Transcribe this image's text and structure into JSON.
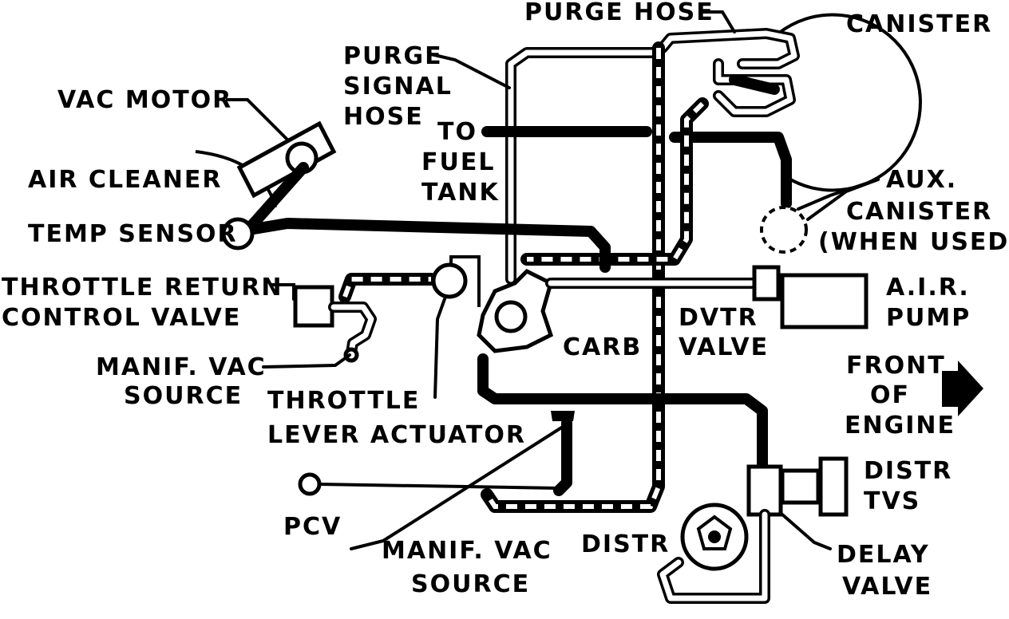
{
  "labels": {
    "purge_hose": "PURGE HOSE",
    "canister": "CANISTER",
    "purge_signal_hose_1": "PURGE",
    "purge_signal_hose_2": "SIGNAL",
    "purge_signal_hose_3": "HOSE",
    "to_fuel_tank_1": "TO",
    "to_fuel_tank_2": "FUEL",
    "to_fuel_tank_3": "TANK",
    "vac_motor": "VAC MOTOR",
    "air_cleaner": "AIR CLEANER",
    "temp_sensor": "TEMP SENSOR",
    "aux_canister_1": "AUX.",
    "aux_canister_2": "CANISTER",
    "aux_canister_3": "(WHEN USED)",
    "throttle_return_1": "THROTTLE RETURN",
    "throttle_return_2": "CONTROL VALVE",
    "air_pump_1": "A.I.R.",
    "air_pump_2": "PUMP",
    "dvtr_valve_1": "DVTR",
    "dvtr_valve_2": "VALVE",
    "carb": "CARB",
    "manif_vac_source_left_1": "MANIF. VAC",
    "manif_vac_source_left_2": "SOURCE",
    "throttle_lever_1": "THROTTLE",
    "throttle_lever_2": "LEVER ACTUATOR",
    "front_of_engine_1": "FRONT",
    "front_of_engine_2": "OF",
    "front_of_engine_3": "ENGINE",
    "distr_tvs_1": "DISTR",
    "distr_tvs_2": "TVS",
    "pcv": "PCV",
    "manif_vac_source_bottom_1": "MANIF. VAC",
    "manif_vac_source_bottom_2": "SOURCE",
    "distr": "DISTR",
    "delay_valve_1": "DELAY",
    "delay_valve_2": "VALVE"
  }
}
